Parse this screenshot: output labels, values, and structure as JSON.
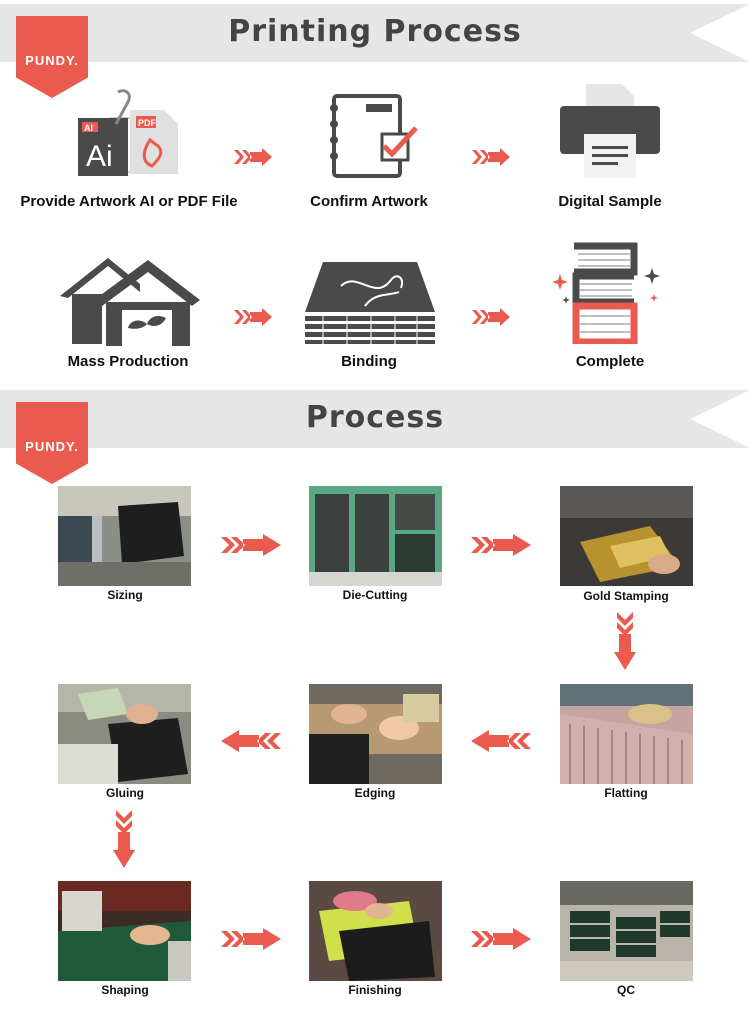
{
  "brand": {
    "logo_text": "PUNDY."
  },
  "printing_process": {
    "title": "Printing Process",
    "steps": [
      {
        "label": "Provide Artwork AI or PDF File",
        "icon": "ai-pdf-files-icon"
      },
      {
        "label": "Confirm Artwork",
        "icon": "checklist-notebook-icon"
      },
      {
        "label": "Digital Sample",
        "icon": "printer-icon"
      },
      {
        "label": "Mass Production",
        "icon": "factory-house-icon"
      },
      {
        "label": "Binding",
        "icon": "book-binding-icon"
      },
      {
        "label": "Complete",
        "icon": "stacked-books-icon"
      }
    ]
  },
  "process": {
    "title": "Process",
    "steps": [
      {
        "label": "Sizing"
      },
      {
        "label": "Die-Cutting"
      },
      {
        "label": "Gold Stamping"
      },
      {
        "label": "Flatting"
      },
      {
        "label": "Edging"
      },
      {
        "label": "Gluing"
      },
      {
        "label": "Shaping"
      },
      {
        "label": "Finishing"
      },
      {
        "label": "QC"
      }
    ]
  },
  "colors": {
    "accent": "#ea5a4e",
    "dark_icon": "#4a4a4a",
    "banner_bg": "#e6e6e6",
    "title_text": "#444444"
  }
}
